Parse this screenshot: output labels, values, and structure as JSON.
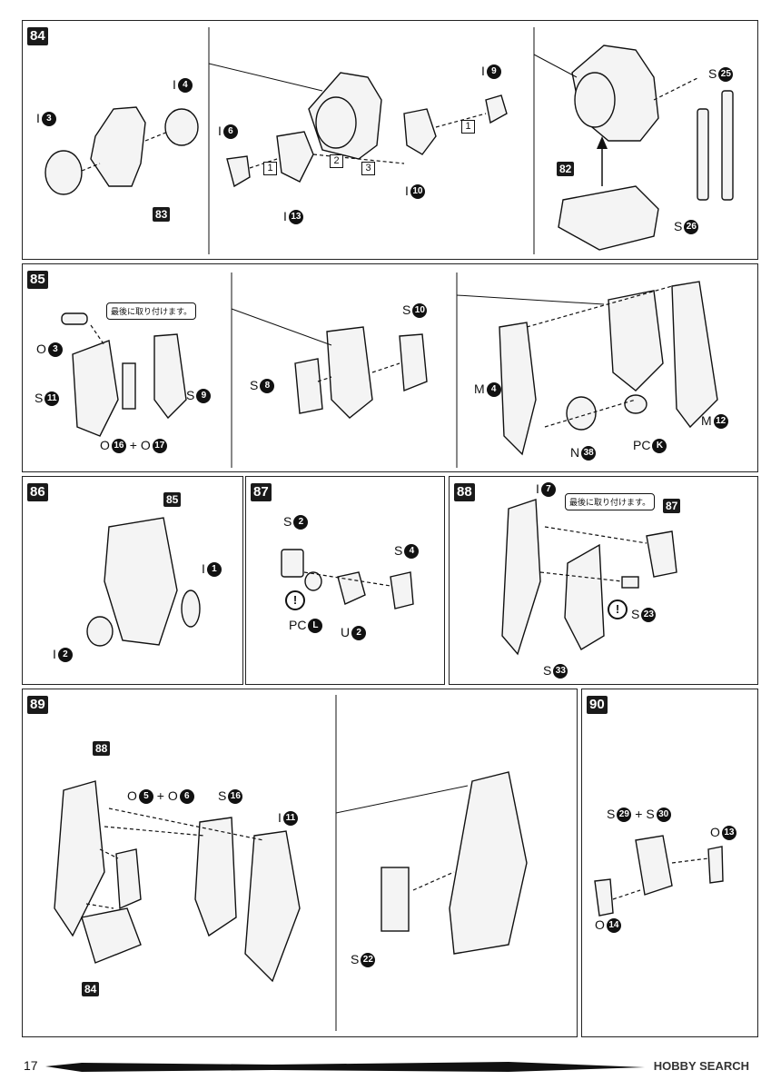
{
  "page_number": "17",
  "watermark": "HOBBY SEARCH",
  "panels": {
    "p84": {
      "step": "84",
      "ref": "83",
      "labels": {
        "i3": "I",
        "i3n": "3",
        "i4": "I",
        "i4n": "4",
        "i6": "I",
        "i6n": "6",
        "i9": "I",
        "i9n": "9",
        "i10": "I",
        "i10n": "10",
        "i13": "I",
        "i13n": "13",
        "s25": "S",
        "s25n": "25",
        "s26": "S",
        "s26n": "26"
      },
      "order_boxes": [
        "1",
        "2",
        "3",
        "1"
      ],
      "ref82": "82"
    },
    "p85": {
      "step": "85",
      "note": "最後に取り付けます。",
      "labels": {
        "o3": "O",
        "o3n": "3",
        "s11": "S",
        "s11n": "11",
        "s9": "S",
        "s9n": "9",
        "o16": "O",
        "o16n": "16",
        "plus": "+",
        "o17": "O",
        "o17n": "17",
        "s10": "S",
        "s10n": "10",
        "s8": "S",
        "s8n": "8",
        "m4": "M",
        "m4n": "4",
        "m12": "M",
        "m12n": "12",
        "n38": "N",
        "n38n": "38",
        "pck": "PC",
        "pckn": "K"
      }
    },
    "p86": {
      "step": "86",
      "ref": "85",
      "labels": {
        "i1": "I",
        "i1n": "1",
        "i2": "I",
        "i2n": "2"
      }
    },
    "p87": {
      "step": "87",
      "labels": {
        "s2": "S",
        "s2n": "2",
        "s4": "S",
        "s4n": "4",
        "pcl": "PC",
        "pcln": "L",
        "u2": "U",
        "u2n": "2",
        "warn": "!"
      }
    },
    "p88": {
      "step": "88",
      "ref": "87",
      "note": "最後に取り付けます。",
      "labels": {
        "i7": "I",
        "i7n": "7",
        "s23": "S",
        "s23n": "23",
        "s33": "S",
        "s33n": "33",
        "warn": "!"
      }
    },
    "p89": {
      "step": "89",
      "ref88": "88",
      "ref84": "84",
      "labels": {
        "o5": "O",
        "o5n": "5",
        "plus": "+",
        "o6": "O",
        "o6n": "6",
        "s16": "S",
        "s16n": "16",
        "i11": "I",
        "i11n": "11",
        "s22": "S",
        "s22n": "22"
      }
    },
    "p90": {
      "step": "90",
      "labels": {
        "s29": "S",
        "s29n": "29",
        "plus": "+",
        "s30": "S",
        "s30n": "30",
        "o13": "O",
        "o13n": "13",
        "o14": "O",
        "o14n": "14"
      }
    }
  }
}
